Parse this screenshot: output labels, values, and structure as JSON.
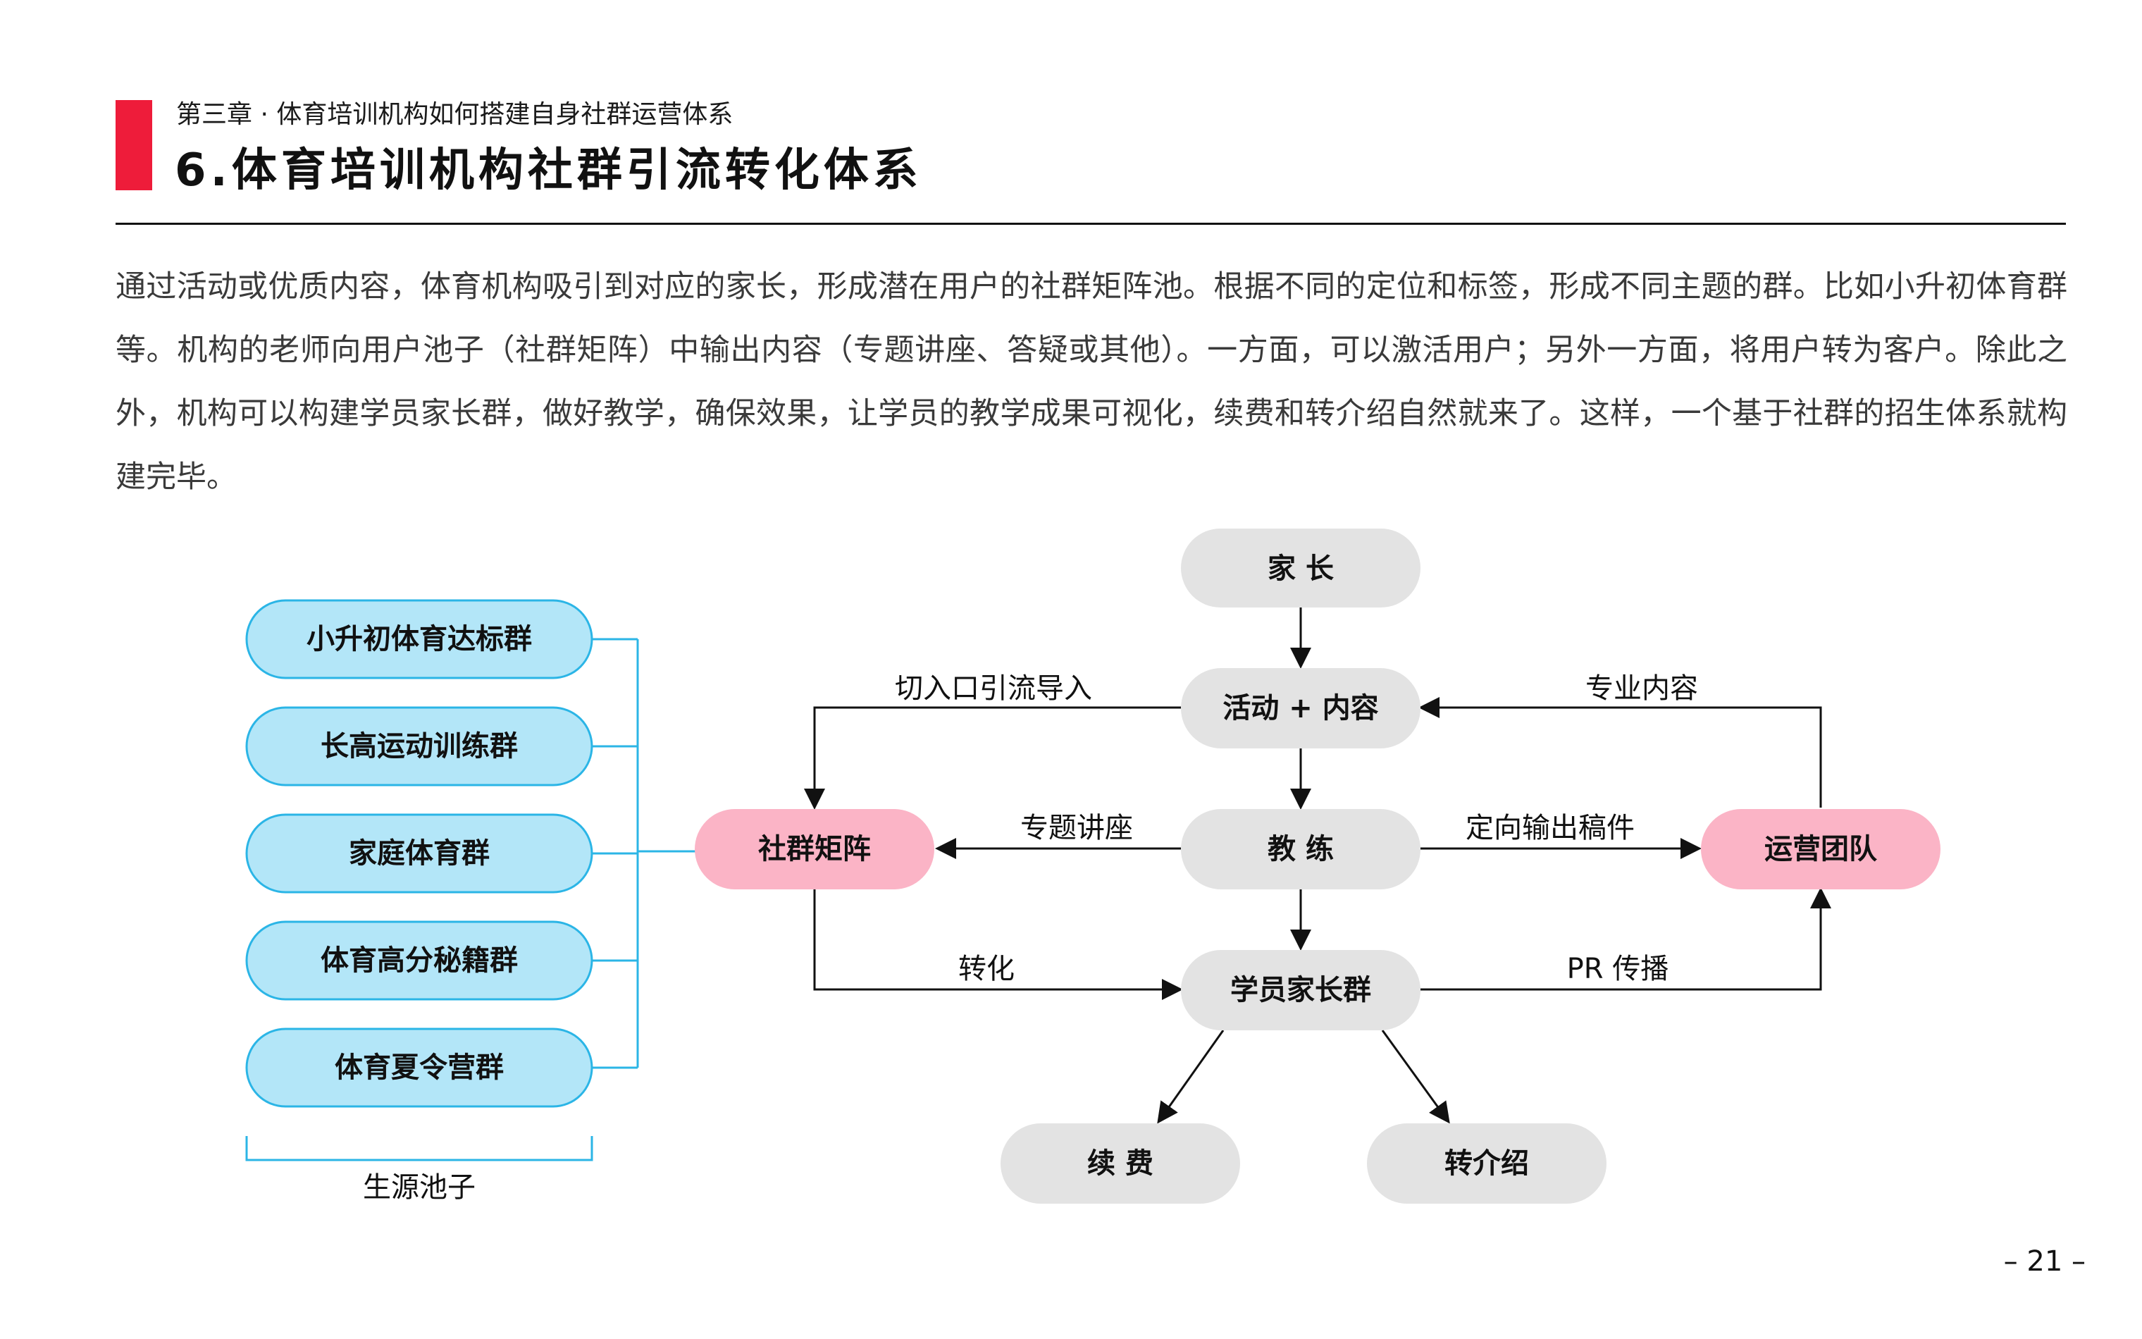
{
  "header": {
    "chapter": "第三章 · 体育培训机构如何搭建自身社群运营体系",
    "title": "6.体育培训机构社群引流转化体系"
  },
  "intro": "通过活动或优质内容，体育机构吸引到对应的家长，形成潜在用户的社群矩阵池。根据不同的定位和标签，形成不同主题的群。比如小升初体育群等。机构的老师向用户池子（社群矩阵）中输出内容（专题讲座、答疑或其他）。一方面，可以激活用户；另外一方面，将用户转为客户。除此之外，机构可以构建学员家长群，做好教学，确保效果，让学员的教学成果可视化，续费和转介绍自然就来了。这样，一个基于社群的招生体系就构建完毕。",
  "colors": {
    "accent_red": "#ee1c3a",
    "pool_fill": "#b3e6f8",
    "pool_stroke": "#2bb5e6",
    "node_gray": "#e3e3e3",
    "node_pink": "#fbb4c6"
  },
  "diagram": {
    "pool_groups": [
      "小升初体育达标群",
      "长高运动训练群",
      "家庭体育群",
      "体育高分秘籍群",
      "体育夏令营群"
    ],
    "pool_label": "生源池子",
    "nodes": {
      "parents": "家 长",
      "activity": "活动 + 内容",
      "coach": "教 练",
      "matrix": "社群矩阵",
      "ops_team": "运营团队",
      "student_group": "学员家长群",
      "renewal": "续 费",
      "referral": "转介绍"
    },
    "edges": {
      "entry_traffic": "切入口引流导入",
      "pro_content": "专业内容",
      "lecture": "专题讲座",
      "targeted_output": "定向输出稿件",
      "convert": "转化",
      "pr": "PR 传播"
    }
  },
  "page_number": "– 21 –"
}
